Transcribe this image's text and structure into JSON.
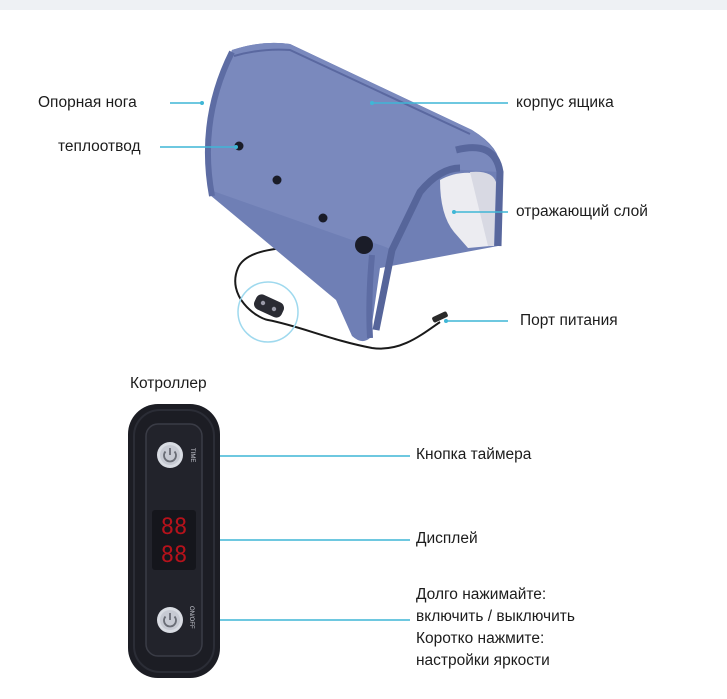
{
  "labels": {
    "support_leg": "Опорная нога",
    "heat_sink": "теплоотвод",
    "box_body": "корпус ящика",
    "reflective_layer": "отражающий слой",
    "power_port": "Порт питания",
    "controller": "Котроллер",
    "timer_button": "Кнопка таймера",
    "display": "Дисплей",
    "power_hint": [
      "Долго нажимайте:",
      "включить / выключить",
      "Коротко нажмите:",
      "настройки яркости"
    ]
  },
  "controller_marks": {
    "timer_button_text": "TIME",
    "display_digits": "88",
    "power_button_text": "ON/OFF"
  },
  "colors": {
    "fabric": "#6f7fb5",
    "fabric_dark": "#4f5d93",
    "reflective": "#e9eaf0",
    "leader_line": "#3fb6d6",
    "controller_body": "#1c1d24",
    "display_red": "#b5121b"
  }
}
